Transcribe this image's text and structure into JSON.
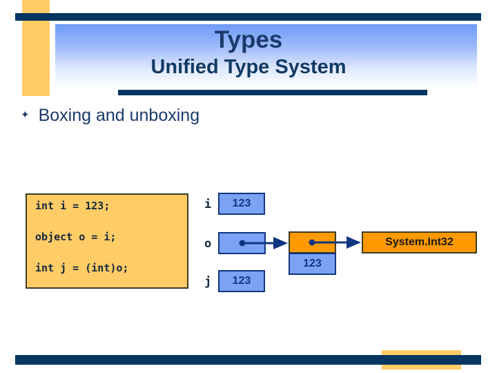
{
  "slide": {
    "title": "Types",
    "subtitle": "Unified Type System",
    "bullet_glyph": "✦",
    "bullet_text": "Boxing and unboxing"
  },
  "colors": {
    "navy": "#053661",
    "yellow": "#ffcc66",
    "orange": "#ff9900",
    "blue_fill": "#7aa3f5",
    "blue_border": "#11357f",
    "title_text": "#1b3a6b"
  },
  "code": {
    "lines": [
      "int i = 123;",
      "object o = i;",
      "int j = (int)o;"
    ]
  },
  "diagram": {
    "variables": [
      {
        "name": "i",
        "value": "123"
      },
      {
        "name": "o",
        "value": ""
      },
      {
        "name": "j",
        "value": "123"
      }
    ],
    "heap_object": {
      "header": "",
      "value": "123"
    },
    "type_box": {
      "label": "System.Int32"
    }
  }
}
